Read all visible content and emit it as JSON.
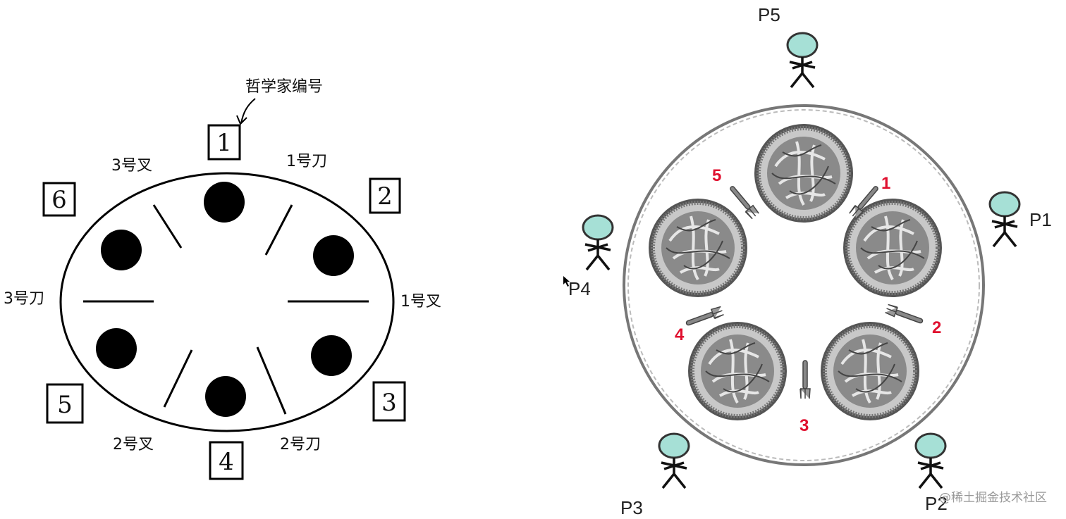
{
  "left_diagram": {
    "caption": "哲学家编号",
    "philosopher_numbers": [
      "1",
      "2",
      "3",
      "4",
      "5",
      "6"
    ],
    "utensils": [
      "3号叉",
      "1号刀",
      "3号刀",
      "1号叉",
      "2号叉",
      "2号刀"
    ]
  },
  "right_diagram": {
    "fork_numbers": [
      "1",
      "2",
      "3",
      "4",
      "5"
    ],
    "philosophers": [
      "P1",
      "P2",
      "P3",
      "P4",
      "P5"
    ],
    "head_color": "#a6e0d6",
    "number_color": "#e0102f"
  },
  "watermark": "@稀土掘金技术社区"
}
